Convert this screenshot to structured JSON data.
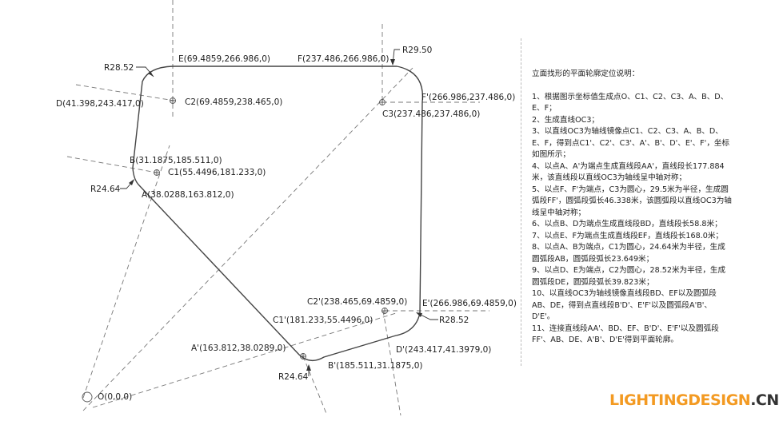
{
  "labels": {
    "E": "E(69.4859,266.986,0)",
    "F": "F(237.486,266.986,0)",
    "R2950": "R29.50",
    "R2852_top": "R28.52",
    "D": "D(41.398,243.417,0)",
    "C2": "C2(69.4859,238.465,0)",
    "Fp": "F'(266.986,237.486,0)",
    "C3": "C3(237.486,237.486,0)",
    "B": "B(31.1875,185.511,0)",
    "C1": "C1(55.4496,181.233,0)",
    "R2464_left": "R24.64",
    "A": "A(38.0288,163.812,0)",
    "C2p": "C2'(238.465,69.4859,0)",
    "Ep": "E'(266.986,69.4859,0)",
    "C1p": "C1'(181.233,55.4496,0)",
    "R2852_bottom": "R28.52",
    "Ap": "A'(163.812,38.0289,0)",
    "Dp": "D'(243.417,41.3979,0)",
    "R2464_bottom": "R24.64",
    "Bp": "B'(185.511,31.1875,0)",
    "O": "O(0,0,0)"
  },
  "notes": {
    "title": "立面找形的平面轮廓定位说明：",
    "steps": [
      "1、根据图示坐标值生成点O、C1、C2、C3、A、B、D、E、F；",
      "2、生成直线OC3；",
      "3、以直线OC3为轴线镜像点C1、C2、C3、A、B、D、E、F，得到点C1'、C2'、C3'、A'、B'、D'、E'、F'，坐标如图所示；",
      "4、以点A、A'为端点生成直线段AA'，直线段长177.884米，该直线段以直线OC3为轴线呈中轴对称；",
      "5、以点F、F'为端点，C3为圆心，29.5米为半径，生成圆弧段FF'，圆弧段弧长46.338米，该圆弧段以直线OC3为轴线呈中轴对称；",
      "6、以点B、D为端点生成直线段BD，直线段长58.8米；",
      "7、以点E、F为端点生成直线段EF，直线段长168.0米；",
      "8、以点A、B为端点，C1为圆心，24.64米为半径，生成圆弧段AB，圆弧段弧长23.649米；",
      "9、以点D、E为端点，C2为圆心，28.52米为半径，生成圆弧段DE，圆弧段弧长39.823米；",
      "10、以直线OC3为轴线镜像直线段BD、EF以及圆弧段AB、DE，得到点直线段B'D'、E'F'以及圆弧段A'B'、D'E'。",
      "11、连接直线段AA'、BD、EF、B'D'、E'F'以及圆弧段FF'、AB、DE、A'B'、D'E'得到平面轮廓。"
    ]
  },
  "logo": {
    "main": "LIGHTINGDESIGN",
    "suffix": ".CN"
  },
  "colors": {
    "logo_orange": "#f39a22",
    "logo_dark": "#333333",
    "line": "#444444"
  }
}
